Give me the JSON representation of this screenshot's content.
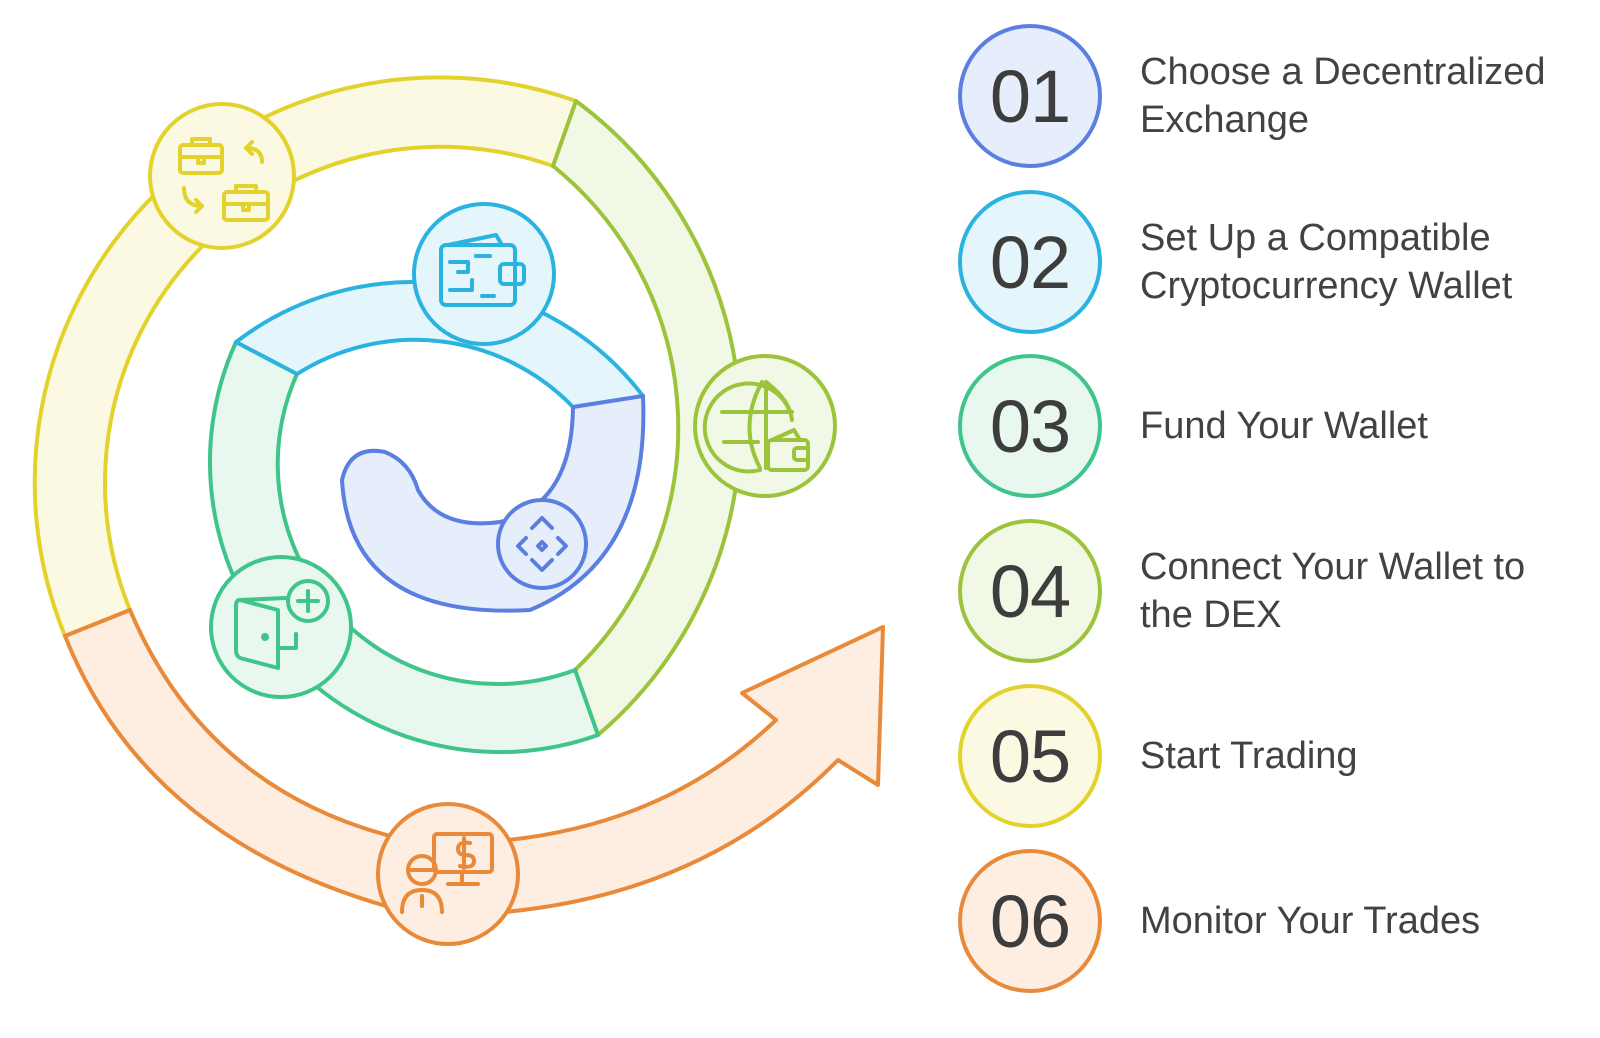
{
  "steps": [
    {
      "number": "01",
      "label": "Choose a Decentralized Exchange",
      "color": "#5b7fe0",
      "fill": "#e6eefc",
      "icon": "exchange-briefcases-icon"
    },
    {
      "number": "02",
      "label": "Set Up a Compatible Cryptocurrency Wallet",
      "color": "#2bb3e0",
      "fill": "#e4f6fb",
      "icon": "digital-wallet-icon"
    },
    {
      "number": "03",
      "label": "Fund Your Wallet",
      "color": "#3fc489",
      "fill": "#e8f8ef",
      "icon": "wallet-plus-icon"
    },
    {
      "number": "04",
      "label": "Connect Your Wallet to the DEX",
      "color": "#9cc43a",
      "fill": "#f1f8e5",
      "icon": "globe-wallet-icon"
    },
    {
      "number": "05",
      "label": "Start Trading",
      "color": "#e3d12c",
      "fill": "#fcf9e2",
      "icon": "crypto-coin-icon"
    },
    {
      "number": "06",
      "label": "Monitor Your Trades",
      "color": "#e98a3a",
      "fill": "#fdeee1",
      "icon": "trader-monitor-icon"
    }
  ]
}
